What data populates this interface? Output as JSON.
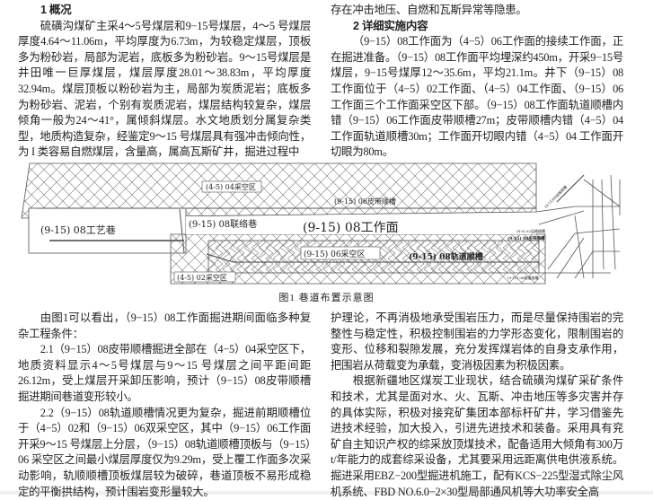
{
  "section1": {
    "heading": "1 概况",
    "para1": "硫磺沟煤矿主采4～5号煤层和9−15号煤层，4～5 号煤层厚度4.64～11.06m，平均厚度为6.73m，为较稳定煤层，顶板多为粉砂岩，局部为泥岩，底板多为粉砂岩。9～15号煤层是井田唯一巨厚煤层，煤层厚度28.01～38.83m，平均厚度32.94m。煤层顶板以粉砂岩为主，局部为炭质泥岩；底板多为粉砂岩、泥岩，个别有炭质泥岩，煤层结构较复杂，煤层倾角一般为24～41°，属倾斜煤层。水文地质划分属复杂类型，地质构造复杂，经鉴定9～15 号煤层具有强冲击倾向性，为 I 类容易自燃煤层，含量高，属高瓦斯矿井，掘进过程中",
    "para1_cont": "存在冲击地压、自燃和瓦斯异常等隐患。"
  },
  "section2": {
    "heading": "2 详细实施内容",
    "para1": "（9−15）08工作面为（4−5）06工作面的接续工作面，正在掘进准备。（9−15）08工作面平均埋深约450m，开采9−15号煤层，9−15号煤厚12～35.6m，平均21.1m。井下（9−15）08工作面位于（4−5）02工作面、（4−5）04工作面、（9−15）06 工作面三个工作面采空区下部。（9−15）08工作面轨道顺槽内错（9−15）06工作面皮带顺槽27m；皮带顺槽内错（4−5）04工作面轨道顺槽30m；工作面开切眼内错（4−5）04 工作面开切眼为80m。",
    "para2": "由图1可以看出，（9−15）08工作面掘进期间面临多种复杂工程条件：",
    "para3": "2.1（9−15）08皮带顺槽掘进全部在（4−5）04采空区下，地质资料显示4～5号煤层与9～15 号煤层之间平距间距26.12m，受上煤层开采卸压影响，预计（9−15）08皮带顺槽掘进期间巷道变形较小。",
    "para4": "2.2（9−15）08轨道顺槽情况更为复杂，掘进前期顺槽位于（4−5）02和（9−15）06双采空区，其中（9−15）06工作面开采9～15 号煤层上分层，（9−15）08轨道顺槽顶板与（9−15）06 采空区之间最小煤层厚度仅为9.29m，受上覆工作面多次采动影响，轨顺顺槽顶板煤层较为破碎，巷道顶板不易形成稳定的平衡拱结构，预计围岩变形量较大。"
  },
  "right_bottom": {
    "para1": "护理论，不再消极地承受围岩压力，而是尽量保持围岩的完整性与稳定性，积极控制围岩的力学形态变化，限制围岩的变形、位移和裂隙发展，充分发挥煤岩体的自身支承作用，把围岩从荷载变为承载，变消极因素为积极因素。",
    "para2": "根据新疆地区煤炭工业现状，结合硫磺沟煤矿采矿条件和技术，尤其是面对水、火、瓦斯、冲击地压等多灾害并存的具体实际，积极对接兖矿集团本部标杆矿井，学习借鉴先进技术经验，加大投入，引进先进技术和装备。采用具有兖矿自主知识产权的综采放顶煤技术，配备适用大倾角有300万t/年能力的成套综采设备，尤其要采用远距离供电供液系统。掘进采用EBZ−200型掘进机施工，配有KCS−225型湿式除尘风机系统、FBD NO.6.0−2×30型局部通风机等大功率安全高"
  },
  "figure": {
    "caption": "图1 巷道布置示意图",
    "labels": {
      "goaf_04": "(4-5) 04采空区",
      "belt_06": "(9-15) 06皮带顺槽",
      "craft": "(9-15) 08工艺巷",
      "link": "(9-15) 08联络巷",
      "face": "(9-15) 08工作面",
      "goaf_06": "(9-15) 06采空区",
      "track_08": "(9-15) 08轨道顺槽",
      "goaf_02": "(4-5) 02采空区",
      "small_1": "(4-5) 02运输顺槽",
      "small_2": "(9-15) 08皮带顺槽",
      "small_3": "(9-15) 06轨道顺槽",
      "small_4": "(9-15)06运输顺槽"
    }
  }
}
